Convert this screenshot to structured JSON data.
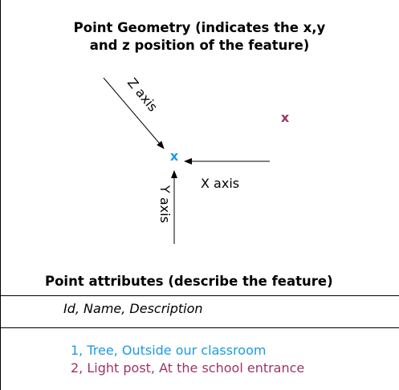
{
  "title": {
    "line1": "Point Geometry (indicates the x,y",
    "line2": "and z position of the feature)"
  },
  "diagram": {
    "point_marker": {
      "symbol": "x",
      "color": "#1a9be6"
    },
    "second_marker": {
      "symbol": "x",
      "color": "#9b3566"
    },
    "axes": {
      "x": "X axis",
      "y": "Y axis",
      "z": "Z axis"
    }
  },
  "attributes": {
    "heading": "Point attributes (describe the feature)",
    "fields": "Id, Name, Description",
    "records": [
      {
        "text": "1, Tree, Outside our classroom",
        "color": "#1a9be6"
      },
      {
        "text": "2, Light post, At the school entrance",
        "color": "#9b3566"
      }
    ]
  }
}
